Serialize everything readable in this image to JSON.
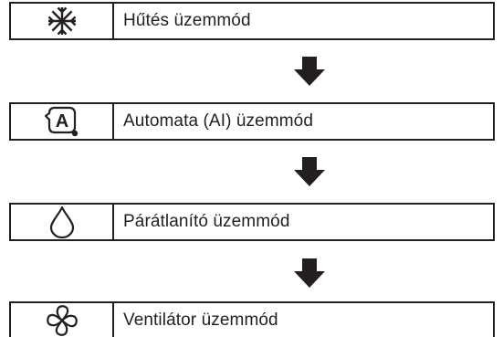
{
  "modes": [
    {
      "icon": "snowflake-icon",
      "label": "Hűtés üzemmód"
    },
    {
      "icon": "auto-mode-icon",
      "label": "Automata (AI) üzemmód"
    },
    {
      "icon": "water-drop-icon",
      "label": "Párátlanító üzemmód"
    },
    {
      "icon": "fan-icon",
      "label": "Ventilátor üzemmód"
    }
  ],
  "auto_icon_letter": "A",
  "colors": {
    "line": "#231f20",
    "background": "#ffffff"
  }
}
